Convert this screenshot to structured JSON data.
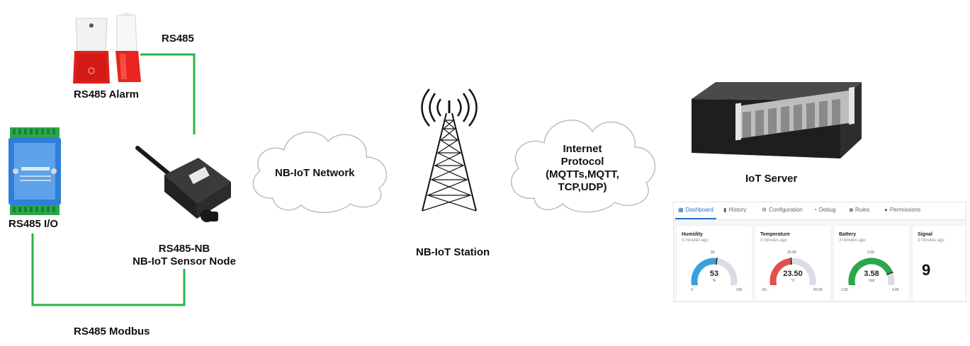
{
  "labels": {
    "rs485": "RS485",
    "alarm": "RS485 Alarm",
    "io": "RS485 I/O",
    "node_line1": "RS485-NB",
    "node_line2": "NB-IoT Sensor Node",
    "network": "NB-IoT Network",
    "station": "NB-IoT Station",
    "protocol_line1": "Internet",
    "protocol_line2": "Protocol",
    "protocol_line3": "(MQTTs,MQTT,",
    "protocol_line4": "TCP,UDP)",
    "server": "IoT Server",
    "modbus": "RS485 Modbus"
  },
  "colors": {
    "wire": "#2bb34a",
    "alarm_red": "#e0201b",
    "io_blue": "#2f7fd8",
    "io_green": "#2aa84a",
    "accent_blue": "#1f6fd1"
  },
  "dashboard": {
    "tabs": [
      {
        "label": "Dashboard",
        "icon": "grid-icon",
        "active": true
      },
      {
        "label": "History",
        "icon": "bar-chart-icon",
        "active": false
      },
      {
        "label": "Configuration",
        "icon": "gear-icon",
        "active": false
      },
      {
        "label": "Debug",
        "icon": "rss-icon",
        "active": false
      },
      {
        "label": "Rules",
        "icon": "chat-icon",
        "active": false
      },
      {
        "label": "Permissions",
        "icon": "users-icon",
        "active": false
      }
    ],
    "cards": [
      {
        "title": "Humidity",
        "subtitle": "3 minutes ago",
        "value": "53",
        "unit": "%",
        "min": "0",
        "max": "100",
        "mid": "50",
        "fraction": 0.53,
        "color": "#3aa0dd"
      },
      {
        "title": "Temperature",
        "subtitle": "3 minutes ago",
        "value": "23.50",
        "unit": "°C",
        "min": "-10...",
        "max": "60.00",
        "mid": "25.00",
        "fraction": 0.48,
        "color": "#e05050"
      },
      {
        "title": "Battery",
        "subtitle": "3 minutes ago",
        "value": "3.58",
        "unit": "Volt",
        "min": "2.00",
        "max": "4.00",
        "mid": "3.00",
        "fraction": 0.79,
        "color": "#2aa84a"
      },
      {
        "title": "Signal",
        "subtitle": "3 minutes ago",
        "value": "9"
      }
    ]
  }
}
